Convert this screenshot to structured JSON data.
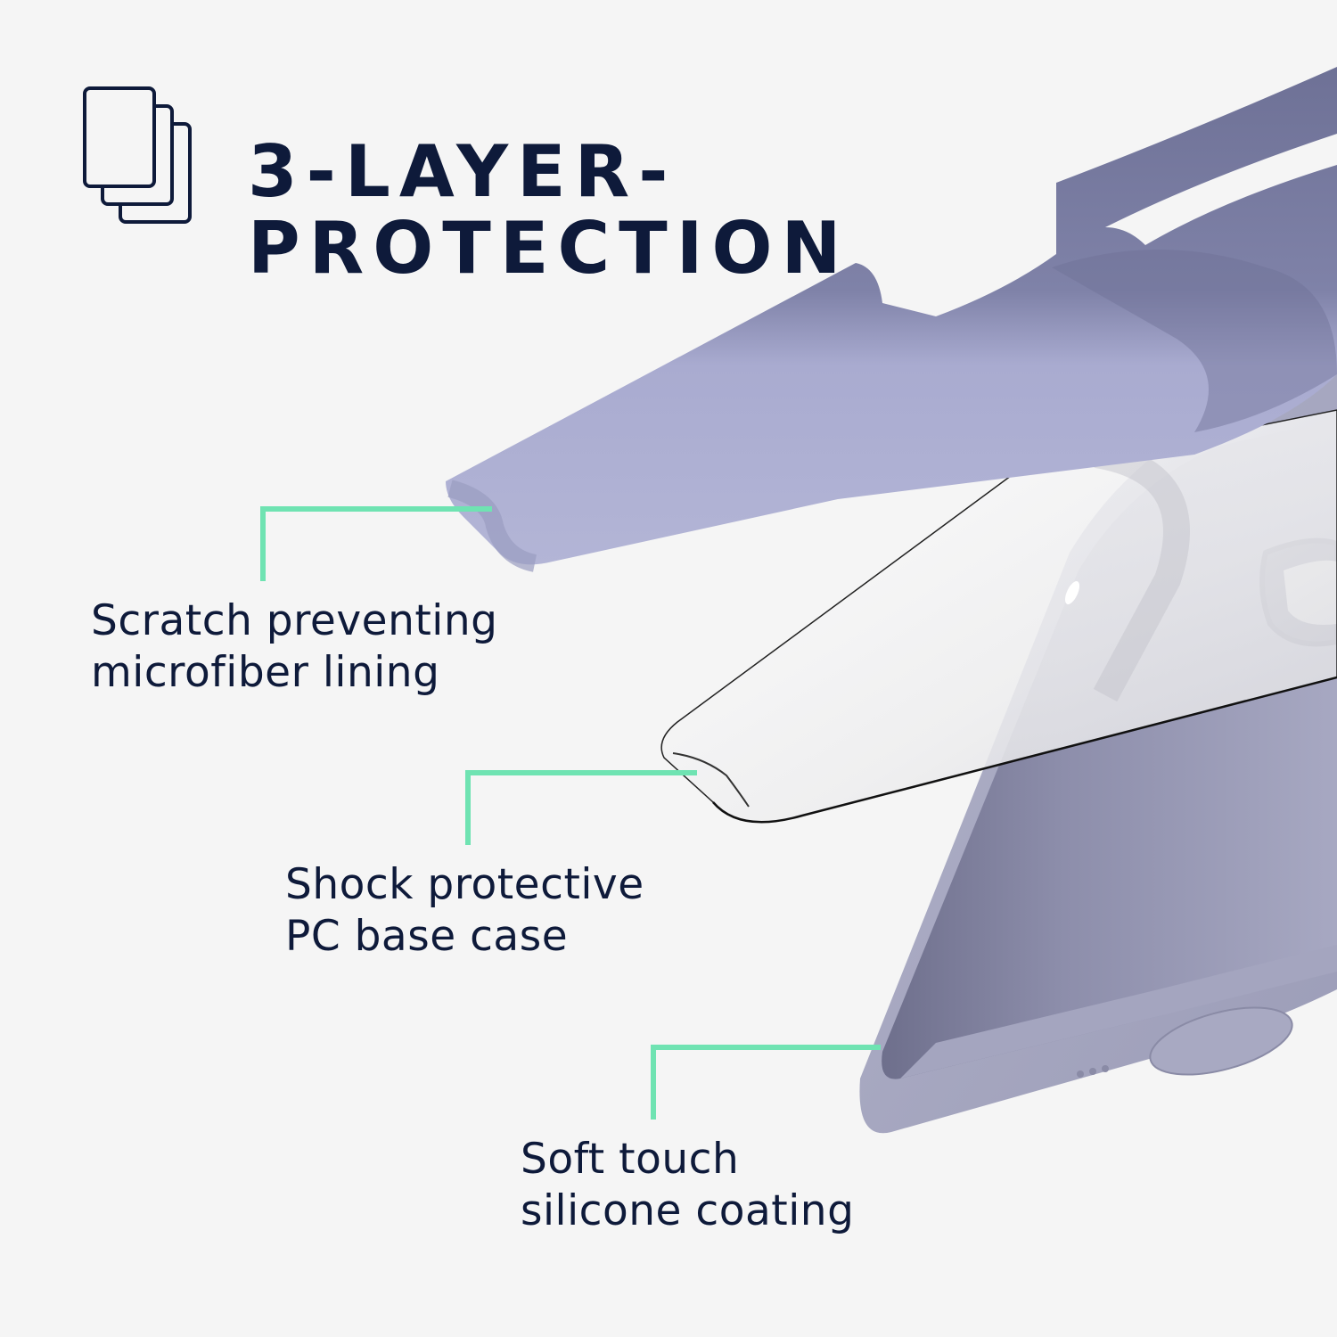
{
  "header": {
    "icon": "stacked-layers-icon",
    "title_line1": "3-LAYER-",
    "title_line2": "PROTECTION"
  },
  "callouts": [
    {
      "line1": "Scratch preventing",
      "line2": "microfiber lining"
    },
    {
      "line1": "Shock protective",
      "line2": "PC base case"
    },
    {
      "line1": "Soft touch",
      "line2": "silicone coating"
    }
  ],
  "colors": {
    "background": "#f5f5f5",
    "title_text": "#0e1a3a",
    "accent_line": "#6fe3b2",
    "case_lavender": "#9ea0bf",
    "case_shadow": "#6b6c8c"
  },
  "product": {
    "layers": [
      "microfiber-lining",
      "pc-base-case",
      "silicone-coating"
    ]
  }
}
